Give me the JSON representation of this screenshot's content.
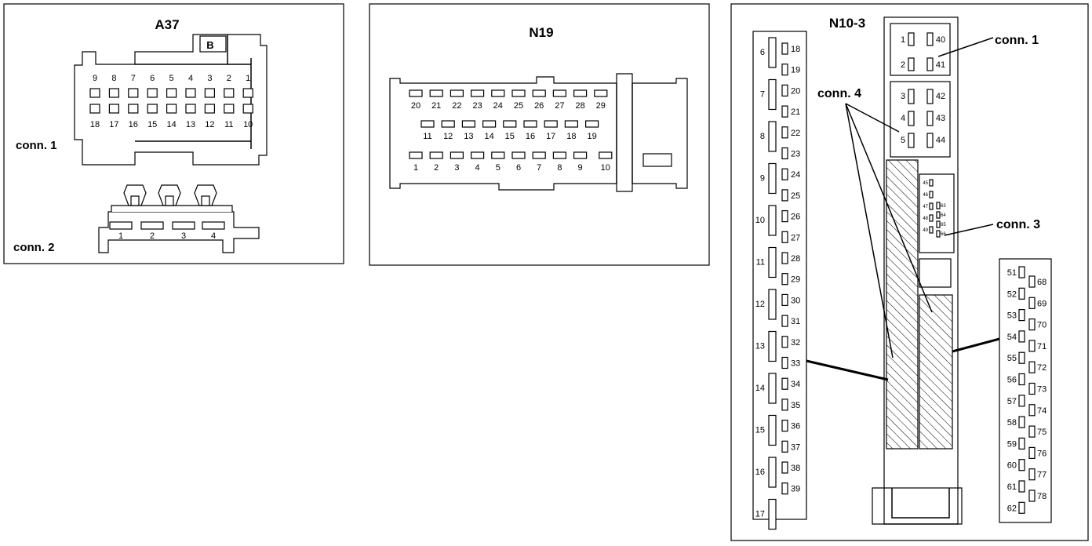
{
  "panels": {
    "a37": {
      "title": "A37",
      "conn1_label": "conn. 1",
      "conn2_label": "conn. 2",
      "latch_letter": "B",
      "row_top": [
        "9",
        "8",
        "7",
        "6",
        "5",
        "4",
        "3",
        "2",
        "1"
      ],
      "row_bottom": [
        "18",
        "17",
        "16",
        "15",
        "14",
        "13",
        "12",
        "11",
        "10"
      ],
      "conn2_pins": [
        "1",
        "2",
        "3",
        "4"
      ]
    },
    "n19": {
      "title": "N19",
      "row1": [
        "20",
        "21",
        "22",
        "23",
        "24",
        "25",
        "26",
        "27",
        "28",
        "29"
      ],
      "row2": [
        "11",
        "12",
        "13",
        "14",
        "15",
        "16",
        "17",
        "18",
        "19"
      ],
      "row3": [
        "1",
        "2",
        "3",
        "4",
        "5",
        "6",
        "7",
        "8",
        "9",
        "10"
      ]
    },
    "n10_3": {
      "title": "N10-3",
      "conn1_label": "conn. 1",
      "conn3_label": "conn. 3",
      "conn4_label": "conn. 4",
      "conn1_pins": [
        [
          "1",
          "40"
        ],
        [
          "2",
          "41"
        ]
      ],
      "conn4_top_pins": [
        [
          "3",
          "42"
        ],
        [
          "4",
          "43"
        ],
        [
          "5",
          "44"
        ]
      ],
      "conn3_left": [
        "45",
        "46",
        "47",
        "48",
        "49"
      ],
      "conn3_right": [
        "63",
        "64",
        "65",
        "66"
      ],
      "left_big": [
        "6",
        "7",
        "8",
        "9",
        "10",
        "11",
        "12",
        "13",
        "14",
        "15",
        "16",
        "17"
      ],
      "left_small": [
        "18",
        "19",
        "20",
        "21",
        "22",
        "23",
        "24",
        "25",
        "26",
        "27",
        "28",
        "29",
        "30",
        "31",
        "32",
        "33",
        "34",
        "35",
        "36",
        "37",
        "38",
        "39"
      ],
      "right_a": [
        "51",
        "52",
        "53",
        "54",
        "55",
        "56",
        "57",
        "58",
        "59",
        "60",
        "61",
        "62"
      ],
      "right_b": [
        "68",
        "69",
        "70",
        "71",
        "72",
        "73",
        "74",
        "75",
        "76",
        "77",
        "78"
      ]
    }
  }
}
